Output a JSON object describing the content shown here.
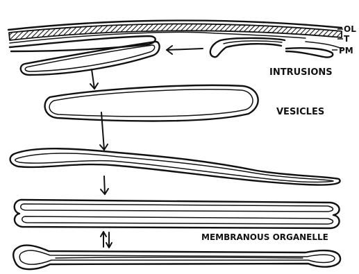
{
  "labels": {
    "layer_ol": "OL",
    "layer_t": "T",
    "layer_pm": "PM",
    "intrusions": "INTRUSIONS",
    "vesicles": "VESICLES",
    "membranous_organelle": "MEMBRANOUS ORGANELLE"
  }
}
